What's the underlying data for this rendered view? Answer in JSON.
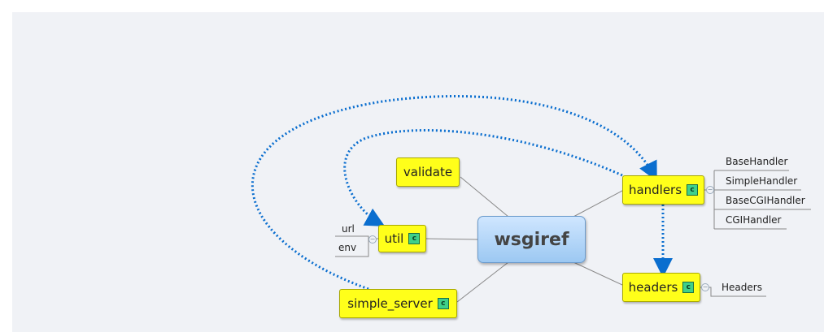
{
  "central": "wsgiref",
  "topics": {
    "validate": {
      "label": "validate"
    },
    "util": {
      "label": "util",
      "badge": "c",
      "leaves": [
        "url",
        "env"
      ]
    },
    "simple_server": {
      "label": "simple_server",
      "badge": "c"
    },
    "handlers": {
      "label": "handlers",
      "badge": "c",
      "leaves": [
        "BaseHandler",
        "SimpleHandler",
        "BaseCGIHandler",
        "CGIHandler"
      ]
    },
    "headers": {
      "label": "headers",
      "badge": "c",
      "leaves": [
        "Headers"
      ]
    }
  },
  "colors": {
    "topic_fill": "#ffff1a",
    "central_fill": "#9cc8f2",
    "relationship": "#0a6ecf"
  }
}
